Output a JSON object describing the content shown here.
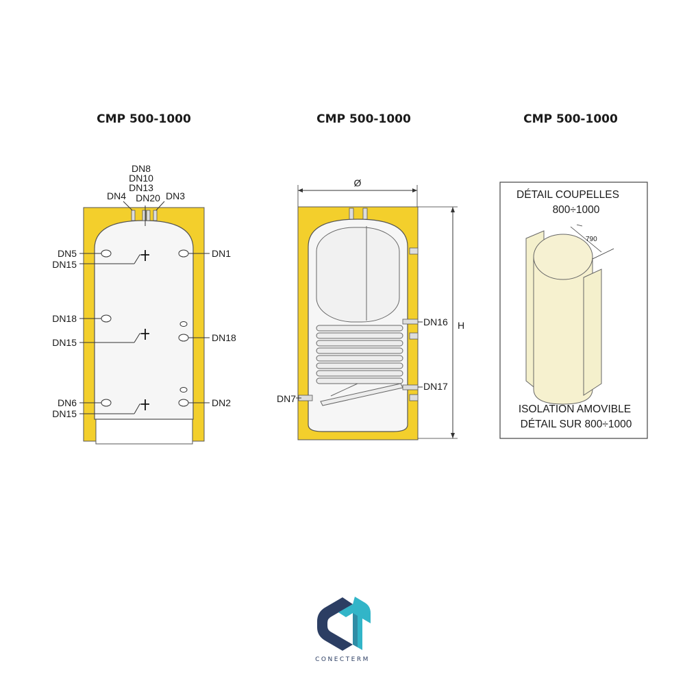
{
  "titles": [
    "CMP 500-1000",
    "CMP 500-1000",
    "CMP 500-1000"
  ],
  "left_view": {
    "top_labels": [
      "DN8",
      "DN10",
      "DN13",
      "DN20"
    ],
    "dn4": "DN4",
    "dn3": "DN3",
    "left_labels": [
      "DN5",
      "DN15",
      "DN18",
      "DN15",
      "DN6",
      "DN15"
    ],
    "right_labels": [
      "DN1",
      "DN18",
      "DN2"
    ]
  },
  "middle_view": {
    "diameter": "Ø",
    "height": "H",
    "dn16": "DN16",
    "dn17": "DN17",
    "dn7": "DN7"
  },
  "right_view": {
    "detail_title_1": "DÉTAIL COUPELLES",
    "detail_title_2": "800÷1000",
    "dimension": "790",
    "caption_1": "ISOLATION AMOVIBLE",
    "caption_2": "DÉTAIL SUR 800÷1000"
  },
  "logo": {
    "name": "CONECTERM"
  },
  "colors": {
    "insulation": "#f3cf2c",
    "tank": "#f6f6f6",
    "logo_dark": "#2c3e63",
    "logo_teal": "#32b5c8"
  }
}
